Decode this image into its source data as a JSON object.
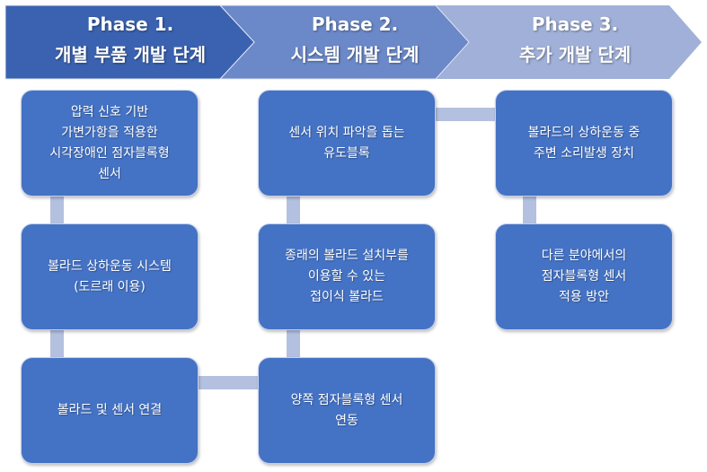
{
  "phases": [
    {
      "title": "Phase 1.",
      "subtitle": "개별 부품 개발 단계",
      "color": "#3a62b0"
    },
    {
      "title": "Phase 2.",
      "subtitle": "시스템 개발 단계",
      "color": "#6b88c8"
    },
    {
      "title": "Phase 3.",
      "subtitle": "추가 개발 단계",
      "color": "#a0b0d8"
    }
  ],
  "boxes": {
    "p1_1": "압력 신호 기반\n가변가항을 적용한\n시각장애인 점자블록형\n센서",
    "p1_2": "볼라드 상하운동 시스템\n(도르래 이용)",
    "p1_3": "볼라드 및 센서 연결",
    "p2_1": "센서 위치 파악을 돕는\n유도블록",
    "p2_2": "종래의 볼라드 설치부를\n이용할 수 있는\n접이식 볼라드",
    "p2_3": "양쪽 점자블록형 센서\n연동",
    "p3_1": "볼라드의 상하운동 중\n주변 소리발생 장치",
    "p3_2": "다른 분야에서의\n점자블록형 센서\n적용 방안"
  }
}
